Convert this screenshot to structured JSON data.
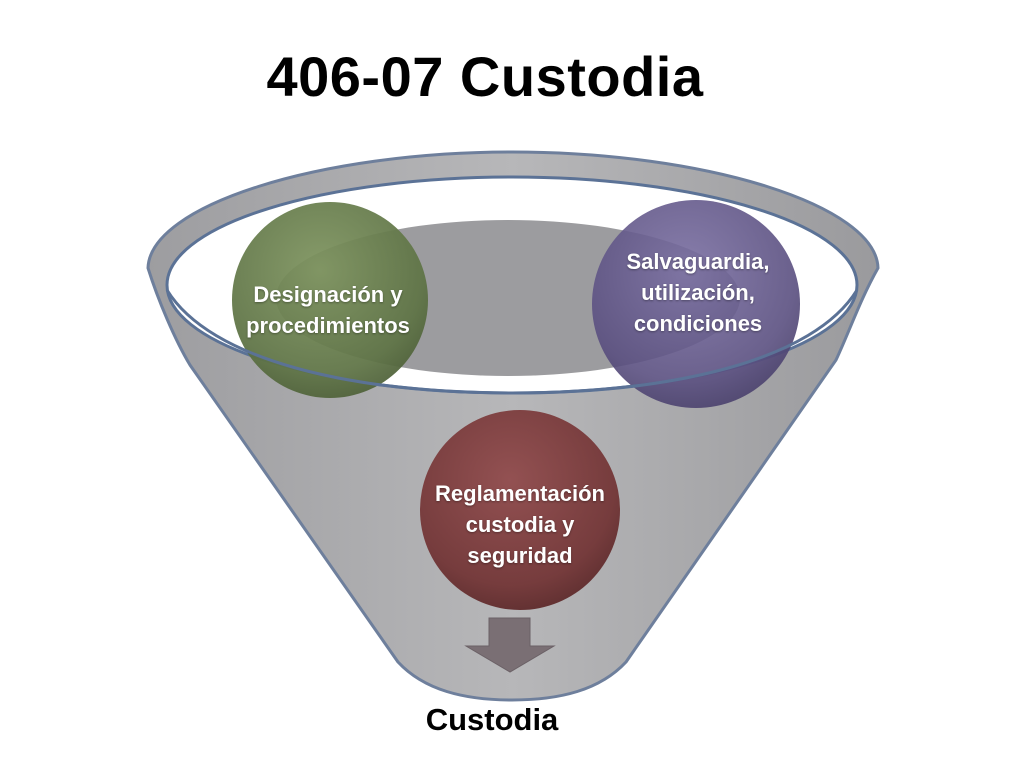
{
  "slide": {
    "title": "406-07 Custodia"
  },
  "funnel": {
    "inputs": [
      {
        "label": "Designación y procedimientos",
        "color": "#657a4b"
      },
      {
        "label": "Salvaguardia, utilización, condiciones",
        "color": "#5e5483"
      },
      {
        "label": "Reglamentación custodia y seguridad",
        "color": "#7a3f40"
      }
    ],
    "output_label": "Custodia",
    "colors": {
      "funnel_fill": "#a9a9ab",
      "funnel_inner": "#9c9c9f",
      "rim_outline": "#5b7296",
      "arrow": "#7a6f74"
    }
  }
}
